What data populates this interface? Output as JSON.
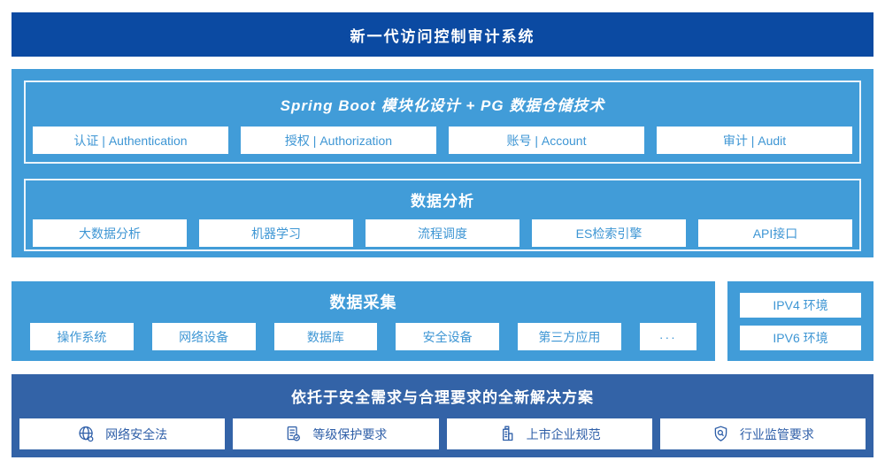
{
  "colors": {
    "banner_blue": "#0B4AA2",
    "light_blue": "#419CD8",
    "steel_blue": "#3363A7",
    "module_text_blue": "#3E96D4",
    "solution_text_blue": "#2F5FA8",
    "frame_border": "#EBF4FB"
  },
  "banner": {
    "title": "新一代访问控制审计系统"
  },
  "platform": {
    "sections": [
      {
        "title": "Spring Boot 模块化设计 + PG 数据仓储技术",
        "modules": [
          "认证 | Authentication",
          "授权 | Authorization",
          "账号 | Account",
          "审计 | Audit"
        ]
      },
      {
        "title": "数据分析",
        "modules": [
          "大数据分析",
          "机器学习",
          "流程调度",
          "ES检索引擎",
          "API接口"
        ]
      }
    ]
  },
  "data_collection": {
    "title": "数据采集",
    "sources": [
      "操作系统",
      "网络设备",
      "数据库",
      "安全设备",
      "第三方应用",
      "···"
    ]
  },
  "network_environments": {
    "items": [
      "IPV4 环境",
      "IPV6 环境"
    ]
  },
  "solution": {
    "title": "依托于安全需求与合理要求的全新解决方案",
    "items": [
      {
        "icon": "globe-icon",
        "label": "网络安全法"
      },
      {
        "icon": "document-check-icon",
        "label": "等级保护要求"
      },
      {
        "icon": "building-icon",
        "label": "上市企业规范"
      },
      {
        "icon": "shield-magnifier-icon",
        "label": "行业监管要求"
      }
    ]
  }
}
